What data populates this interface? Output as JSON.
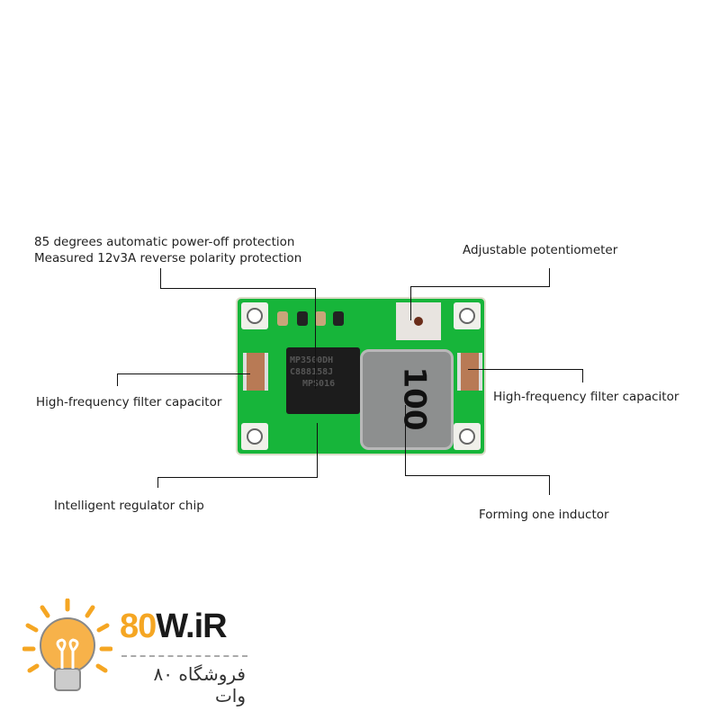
{
  "labels": {
    "protection_line1": "85 degrees automatic power-off protection",
    "protection_line2": "Measured 12v3A reverse polarity protection",
    "potentiometer": "Adjustable potentiometer",
    "left_capacitor": "High-frequency filter capacitor",
    "right_capacitor": "High-frequency filter capacitor",
    "regulator_chip": "Intelligent regulator chip",
    "inductor": "Forming one inductor"
  },
  "board": {
    "chip_lines": [
      "MP3500DH",
      "C888158J",
      "MPS016"
    ],
    "inductor_marking": "100"
  },
  "logo": {
    "brand_part1": "80",
    "brand_part2": "W.iR",
    "persian": "فروشگاه ۸۰ وات"
  },
  "colors": {
    "pcb": "#17b53a",
    "logo_accent": "#f5a623"
  }
}
